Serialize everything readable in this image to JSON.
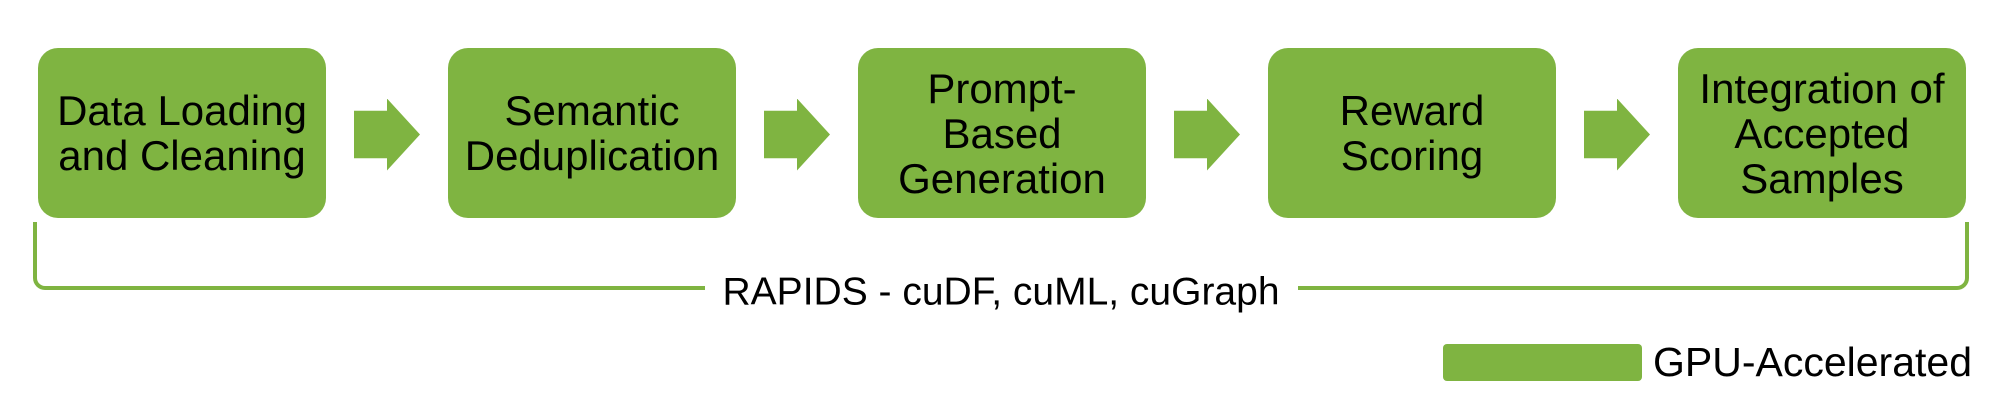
{
  "colors": {
    "accent_green": "#7FB441",
    "text": "#000000",
    "background": "#FFFFFF"
  },
  "flow": {
    "steps": [
      {
        "label": "Data Loading\nand Cleaning"
      },
      {
        "label": "Semantic\nDeduplication"
      },
      {
        "label": "Prompt-\nBased\nGeneration"
      },
      {
        "label": "Reward\nScoring"
      },
      {
        "label": "Integration of\nAccepted\nSamples"
      }
    ],
    "arrow_icon": "right-block-arrow"
  },
  "bracket": {
    "label": "RAPIDS - cuDF, cuML, cuGraph"
  },
  "legend": {
    "swatch_icon": "green-rect-swatch",
    "swatch_color": "#7FB441",
    "label": "GPU-Accelerated"
  }
}
